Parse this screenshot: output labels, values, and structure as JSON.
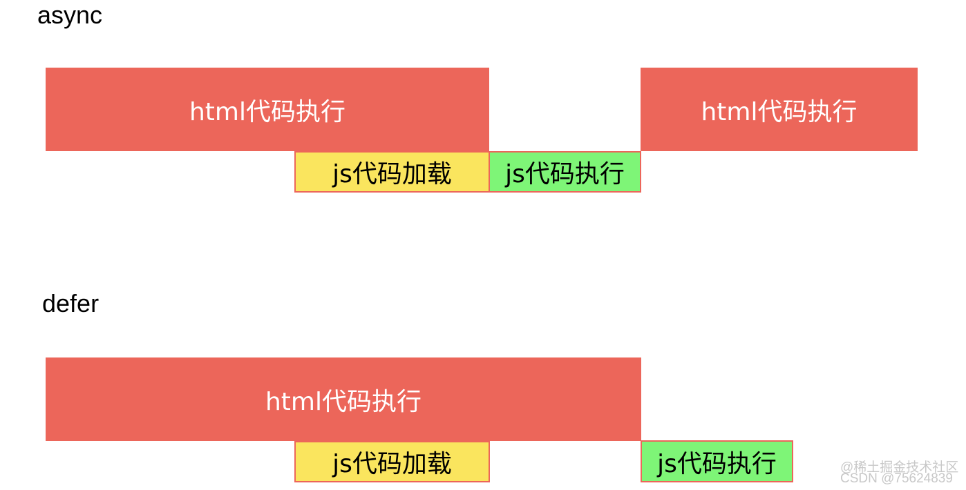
{
  "async": {
    "title": "async",
    "html_exec_1": "html代码执行",
    "html_exec_2": "html代码执行",
    "js_load": "js代码加载",
    "js_exec": "js代码执行"
  },
  "defer": {
    "title": "defer",
    "html_exec": "html代码执行",
    "js_load": "js代码加载",
    "js_exec": "js代码执行"
  },
  "watermark": {
    "line1": "@稀土掘金技术社区",
    "line2": "CSDN @75624839"
  },
  "colors": {
    "html_block": "#ec665a",
    "js_load_block": "#fae55e",
    "js_exec_block": "#7ef577",
    "border": "#ec665a"
  }
}
